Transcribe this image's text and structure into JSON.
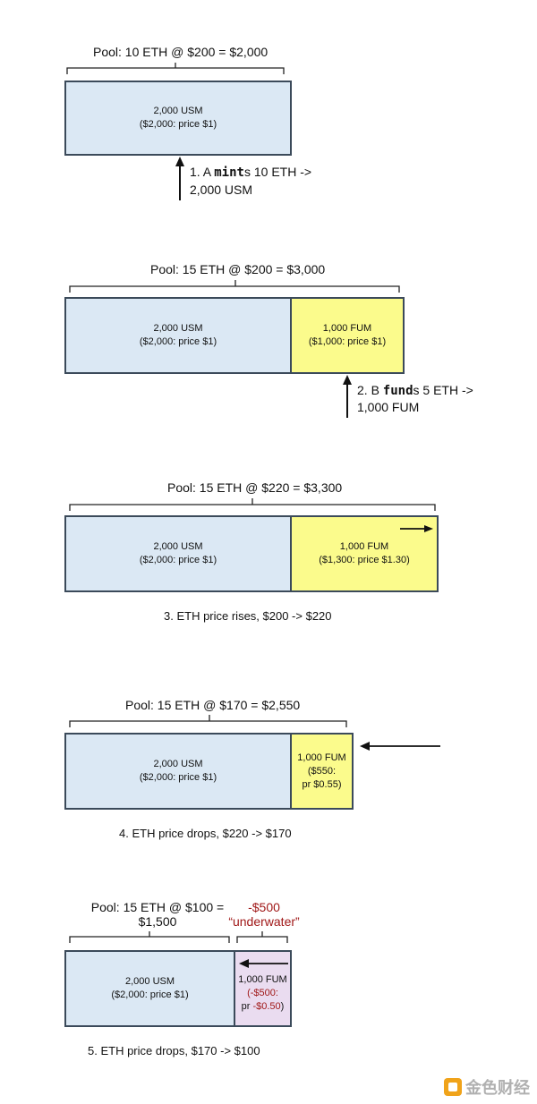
{
  "steps": [
    {
      "pool_label": "Pool: 10 ETH @ $200 = $2,000",
      "usm_line1": "2,000 USM",
      "usm_line2": "($2,000: price $1)",
      "action_prefix": "1. A ",
      "action_keyword": "mint",
      "action_suffix": "s 10 ETH ->",
      "action_line2": "2,000 USM"
    },
    {
      "pool_label": "Pool: 15 ETH @ $200 = $3,000",
      "usm_line1": "2,000 USM",
      "usm_line2": "($2,000: price $1)",
      "fum_line1": "1,000 FUM",
      "fum_line2": "($1,000: price $1)",
      "action_prefix": "2. B ",
      "action_keyword": "fund",
      "action_suffix": "s 5 ETH ->",
      "action_line2": "1,000 FUM"
    },
    {
      "pool_label": "Pool: 15 ETH @ $220 = $3,300",
      "usm_line1": "2,000 USM",
      "usm_line2": "($2,000: price $1)",
      "fum_line1": "1,000 FUM",
      "fum_line2": "($1,300: price $1.30)",
      "caption": "3. ETH price rises, $200 -> $220"
    },
    {
      "pool_label": "Pool: 15 ETH @ $170 = $2,550",
      "usm_line1": "2,000 USM",
      "usm_line2": "($2,000: price $1)",
      "fum_line1": "1,000 FUM",
      "fum_line2": "($550:",
      "fum_line3": "pr $0.55)",
      "caption": "4. ETH price drops, $220 -> $170"
    },
    {
      "pool_label_line1": "Pool: 15 ETH @ $100 =",
      "pool_label_line2": "$1,500",
      "underwater_line1": "-$500",
      "underwater_line2": "“underwater”",
      "usm_line1": "2,000 USM",
      "usm_line2": "($2,000: price $1)",
      "fum_line1": "1,000 FUM",
      "fum_line2": "(-$500:",
      "fum_line3_prefix": "pr ",
      "fum_line3_value": "-$0.50",
      "fum_line3_suffix": ")",
      "caption": "5. ETH price drops, $170 -> $100"
    }
  ],
  "watermark": "金色财经",
  "icons": {
    "up_arrow": "arrow-up-icon",
    "left_arrow": "arrow-left-icon",
    "right_arrow": "arrow-right-icon",
    "brace": "brace-icon"
  },
  "colors": {
    "usm_fill": "#dbe8f4",
    "fum_fill": "#fbfb8c",
    "fum_negative_fill": "#eadcf0",
    "underwater_text": "#a01818",
    "border": "#3b4a5a"
  }
}
